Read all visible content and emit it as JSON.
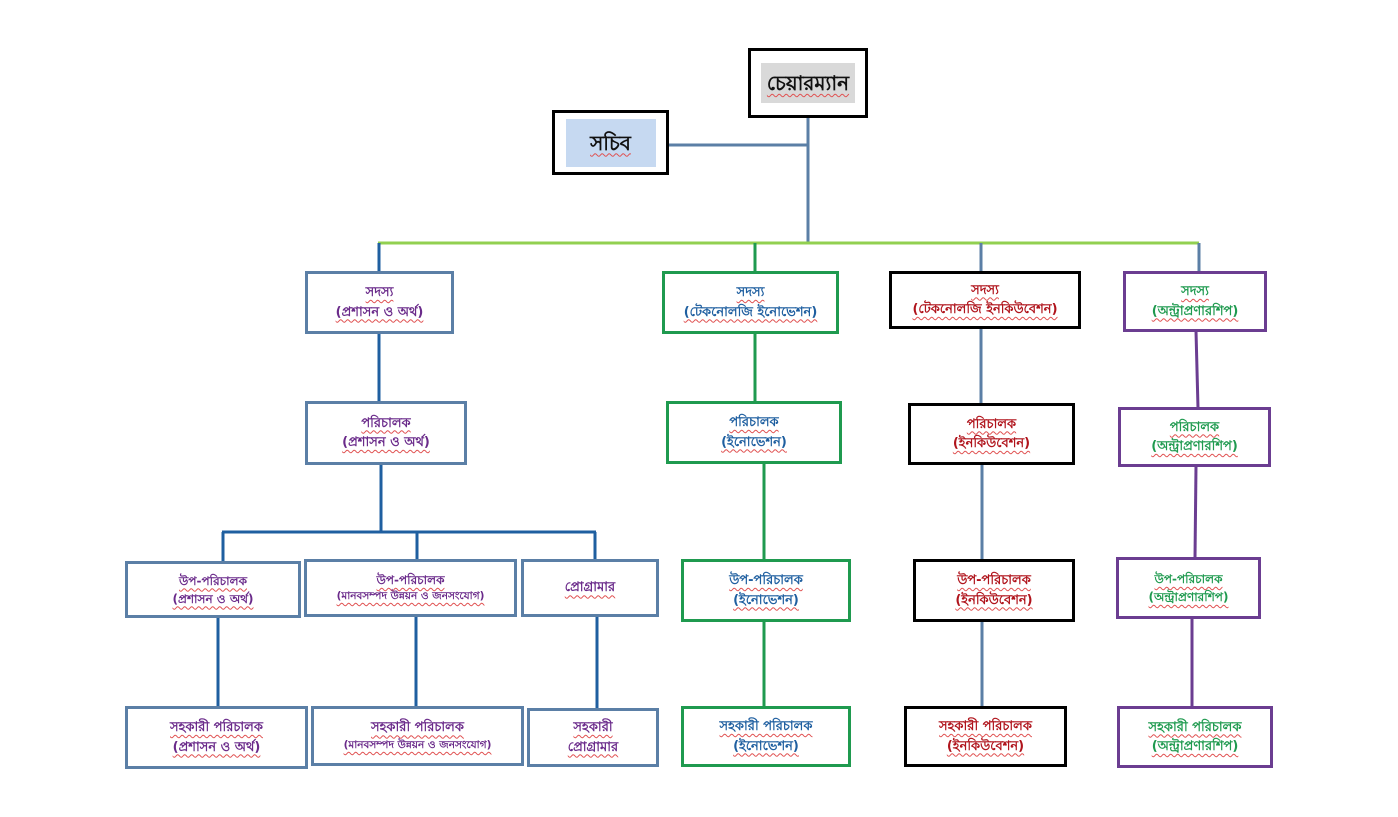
{
  "chairman": {
    "label": "চেয়ারম্যান",
    "fill": "#d9d9d9"
  },
  "secretary": {
    "label": "সচিব",
    "fill": "#c6d9f1"
  },
  "colors": {
    "admin_border": "#5b7fa6",
    "admin_text": "#6a2a8a",
    "innovation_border": "#1f9a4f",
    "innovation_text": "#1f5fa0",
    "incubation_border": "#000000",
    "incubation_text": "#b0141c",
    "entrepreneurship_border": "#6b3d91",
    "entrepreneurship_text": "#1f9a4f",
    "top_bus": "#92d050",
    "connector": "#5b7fa6"
  },
  "members": [
    {
      "title": "সদস্য",
      "sub": "(প্রশাসন ও অর্থ)"
    },
    {
      "title": "সদস্য",
      "sub": "(টেকনোলজি ইনোভেশন)"
    },
    {
      "title": "সদস্য",
      "sub": "(টেকনোলজি ইনকিউবেশন)"
    },
    {
      "title": "সদস্য",
      "sub": "(অন্ট্রাপ্রণারশিপ)"
    }
  ],
  "directors": [
    {
      "title": "পরিচালক",
      "sub": "(প্রশাসন ও অর্থ)"
    },
    {
      "title": "পরিচালক",
      "sub": "(ইনোভেশন)"
    },
    {
      "title": "পরিচালক",
      "sub": "(ইনকিউবেশন)"
    },
    {
      "title": "পরিচালক",
      "sub": "(অন্ট্রাপ্রণারশিপ)"
    }
  ],
  "deputy_directors": [
    {
      "title": "উপ-পরিচালক",
      "sub": "(প্রশাসন ও অর্থ)"
    },
    {
      "title": "উপ-পরিচালক",
      "sub": "(মানবসম্পদ উন্নয়ন ও জনসংযোগ)"
    },
    {
      "title": "প্রোগ্রামার",
      "sub": ""
    },
    {
      "title": "উপ-পরিচালক",
      "sub": "(ইনোভেশন)"
    },
    {
      "title": "উপ-পরিচালক",
      "sub": "(ইনকিউবেশন)"
    },
    {
      "title": "উপ-পরিচালক",
      "sub": "(অন্ট্রাপ্রণারশিপ)"
    }
  ],
  "assistant_directors": [
    {
      "title": "সহকারী পরিচালক",
      "sub": "(প্রশাসন ও অর্থ)"
    },
    {
      "title": "সহকারী পরিচালক",
      "sub": "(মানবসম্পদ উন্নয়ন ও জনসংযোগ)"
    },
    {
      "title": "সহকারী",
      "sub": "প্রোগ্রামার"
    },
    {
      "title": "সহকারী পরিচালক",
      "sub": "(ইনোভেশন)"
    },
    {
      "title": "সহকারী পরিচালক",
      "sub": "(ইনকিউবেশন)"
    },
    {
      "title": "সহকারী পরিচালক",
      "sub": "(অন্ট্রাপ্রণারশিপ)"
    }
  ]
}
